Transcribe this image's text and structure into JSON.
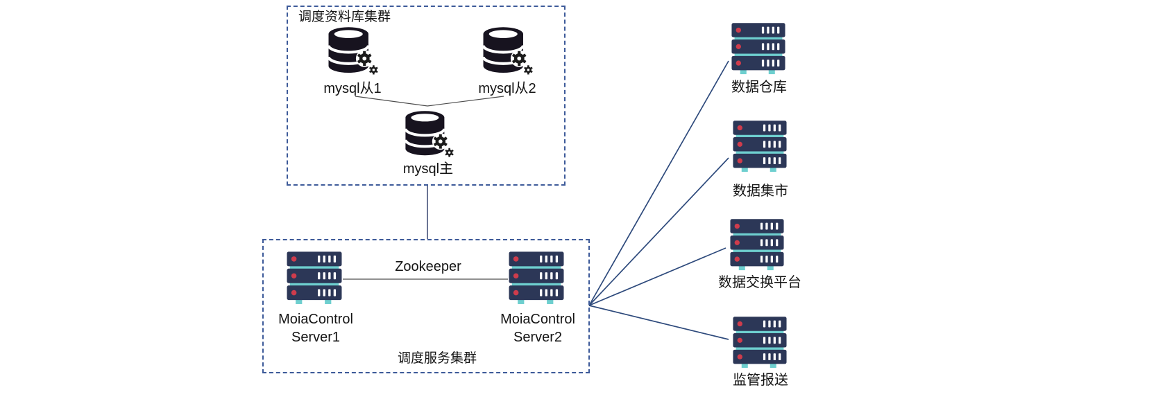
{
  "diagram": {
    "db_cluster": {
      "title": "调度资料库集群",
      "nodes": [
        {
          "label": "mysql从1"
        },
        {
          "label": "mysql从2"
        },
        {
          "label": "mysql主"
        }
      ]
    },
    "service_cluster": {
      "title": "调度服务集群",
      "link_label": "Zookeeper",
      "servers": [
        {
          "name_lines": [
            "MoiaControl",
            "Server1"
          ]
        },
        {
          "name_lines": [
            "MoiaControl",
            "Server2"
          ]
        }
      ]
    },
    "targets": [
      {
        "label": "数据仓库"
      },
      {
        "label": "数据集市"
      },
      {
        "label": "数据交换平台"
      },
      {
        "label": "监管报送"
      }
    ]
  },
  "colors": {
    "dashed_border": "#3d5a99",
    "thin_connector": "#4d4d4d",
    "fan_line": "#2e4a7c",
    "server_body": "#2c3757",
    "server_stripe": "#6ecfcf",
    "server_led": "#cf3c4c",
    "database_body": "#17131f",
    "text": "#141414",
    "background": "#ffffff"
  }
}
